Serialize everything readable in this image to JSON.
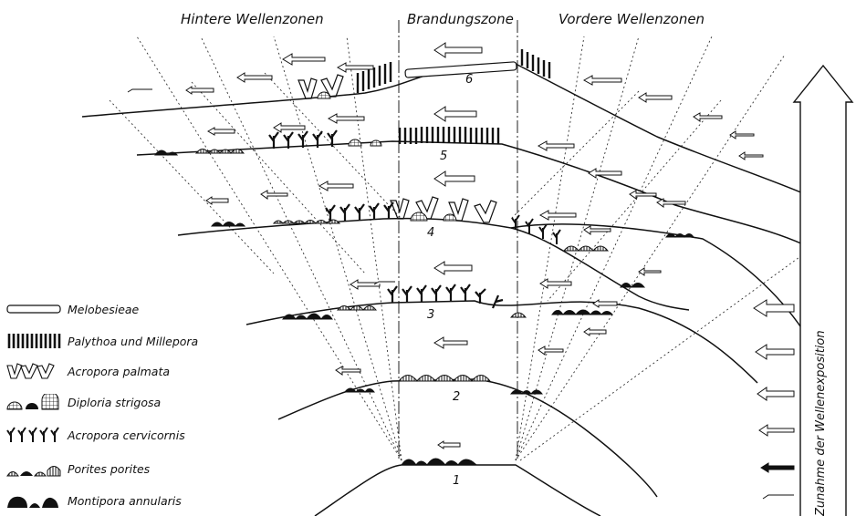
{
  "zones": {
    "back": "Hintere Wellenzonen",
    "surf": "Brandungszone",
    "front": "Vordere Wellenzonen"
  },
  "profiles": [
    "1",
    "2",
    "3",
    "4",
    "5",
    "6"
  ],
  "legend": [
    {
      "icon": "melobesieae-icon",
      "label": "Melobesieae"
    },
    {
      "icon": "palythoa-millepora-icon",
      "label": "Palythoa und Millepora"
    },
    {
      "icon": "acropora-palmata-icon",
      "label": "Acropora palmata"
    },
    {
      "icon": "diploria-strigosa-icon",
      "label": "Diploria strigosa"
    },
    {
      "icon": "acropora-cervicornis-icon",
      "label": "Acropora cervicornis"
    },
    {
      "icon": "porites-porites-icon",
      "label": "Porites porites"
    },
    {
      "icon": "montipora-annularis-icon",
      "label": "Montipora annularis"
    }
  ],
  "axis": {
    "label": "Zunahme der Wellenexposition"
  },
  "colors": {
    "ink": "#111111",
    "paper": "#ffffff"
  }
}
